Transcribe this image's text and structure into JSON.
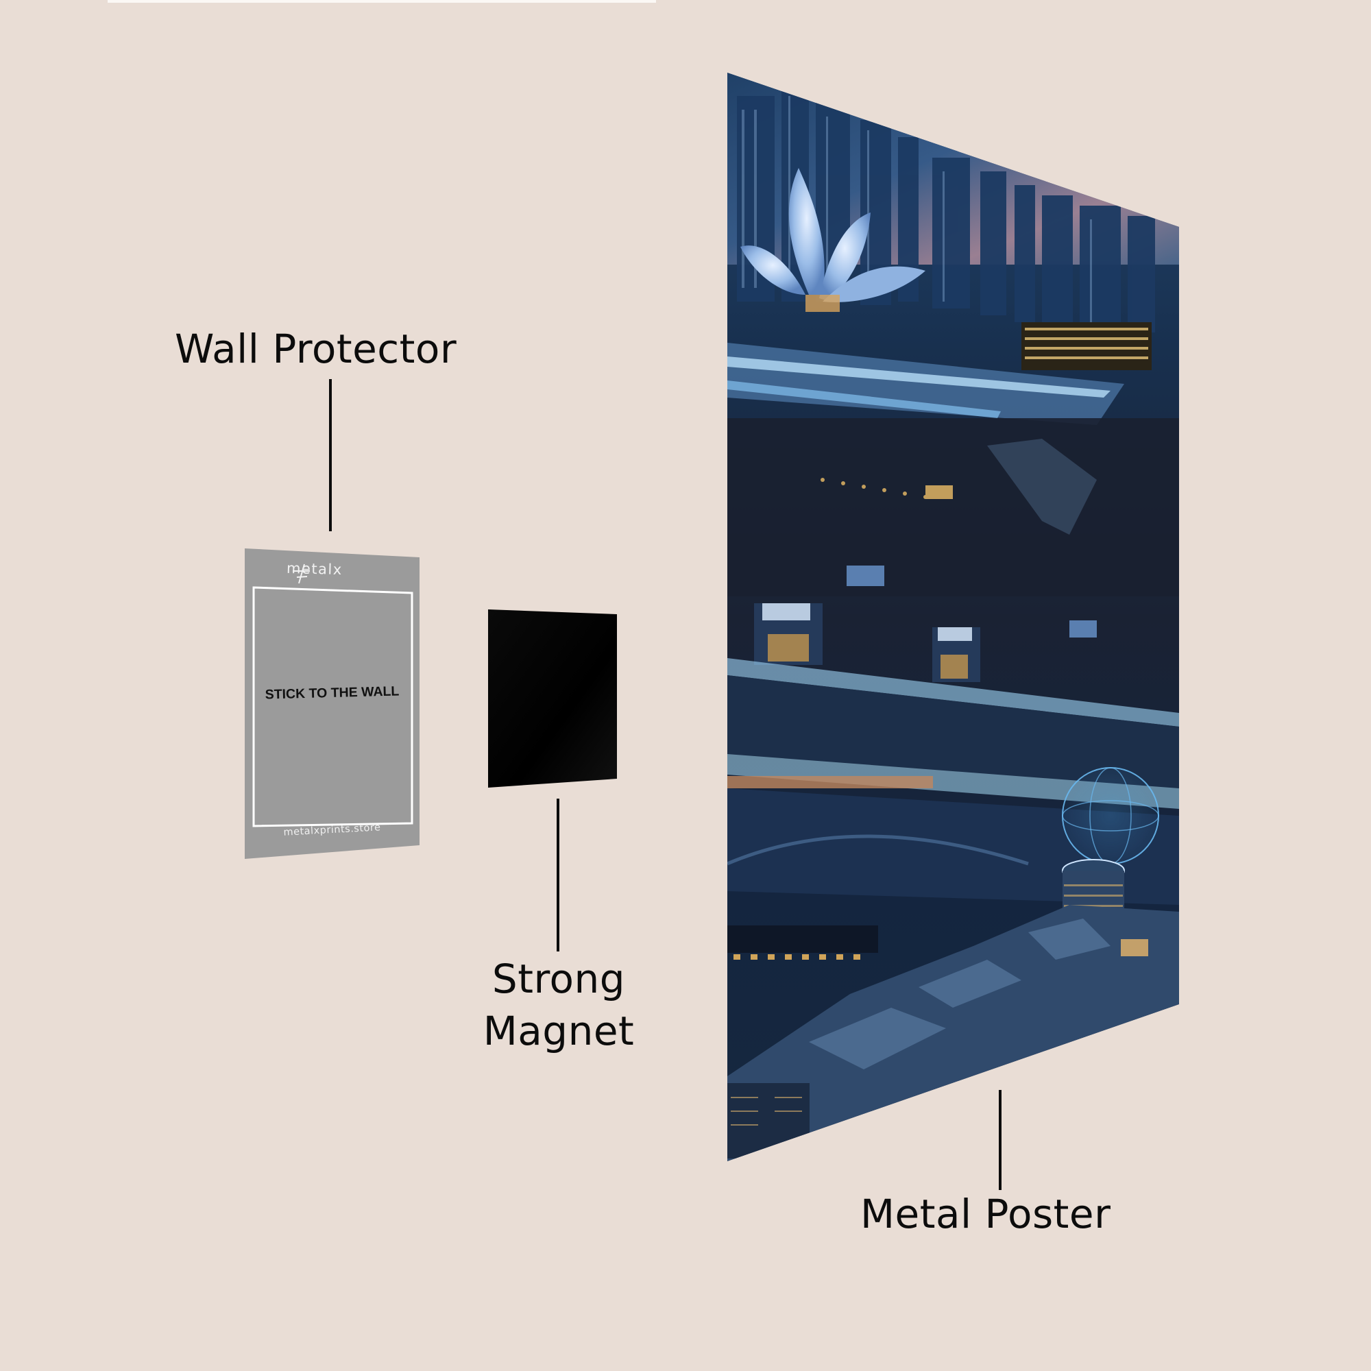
{
  "labels": {
    "wall_protector": "Wall Protector",
    "strong_magnet_line1": "Strong",
    "strong_magnet_line2": "Magnet",
    "metal_poster": "Metal Poster"
  },
  "wall_protector": {
    "logo_text": "metalx",
    "center_text": "STICK TO THE WALL",
    "website": "metalxprints.store",
    "fill_color": "#9b9b9b",
    "border_color": "#ffffff"
  },
  "magnet": {
    "fill_color": "#050505"
  },
  "poster": {
    "subject": "Futuristic night cityscape with lotus-shaped building, bridges and holographic globe",
    "palette": [
      "#0f1e33",
      "#1d3a5e",
      "#4a78b0",
      "#9cc7ee",
      "#d89a5a",
      "#c59aa6"
    ]
  },
  "colors": {
    "background": "#e9ddd5",
    "text": "#0c0c0c"
  }
}
